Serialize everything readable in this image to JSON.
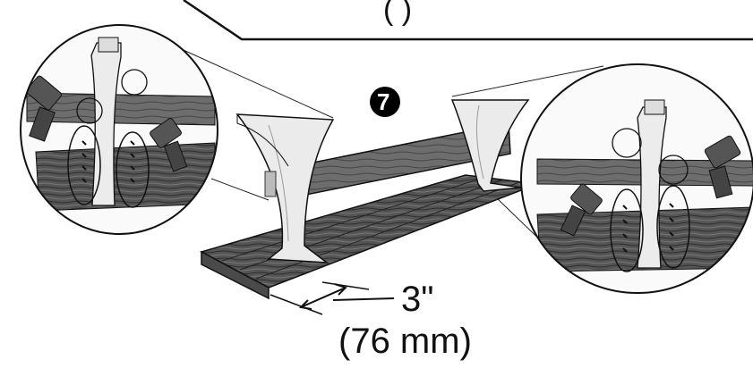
{
  "figure": {
    "step_number": "7",
    "top_callout_partial_text": "(               )",
    "dimension": {
      "imperial": "3\"",
      "metric": "(76 mm)"
    }
  },
  "colors": {
    "wood_dark": "#3f3f3f",
    "wood_mid": "#6a6a6a",
    "leg_light": "#e9e9e9",
    "outline": "#111111",
    "badge": "#000000"
  },
  "icons": [
    "drill-icon",
    "screw-icon",
    "zoom-circle-icon",
    "dimension-arrow-icon"
  ]
}
